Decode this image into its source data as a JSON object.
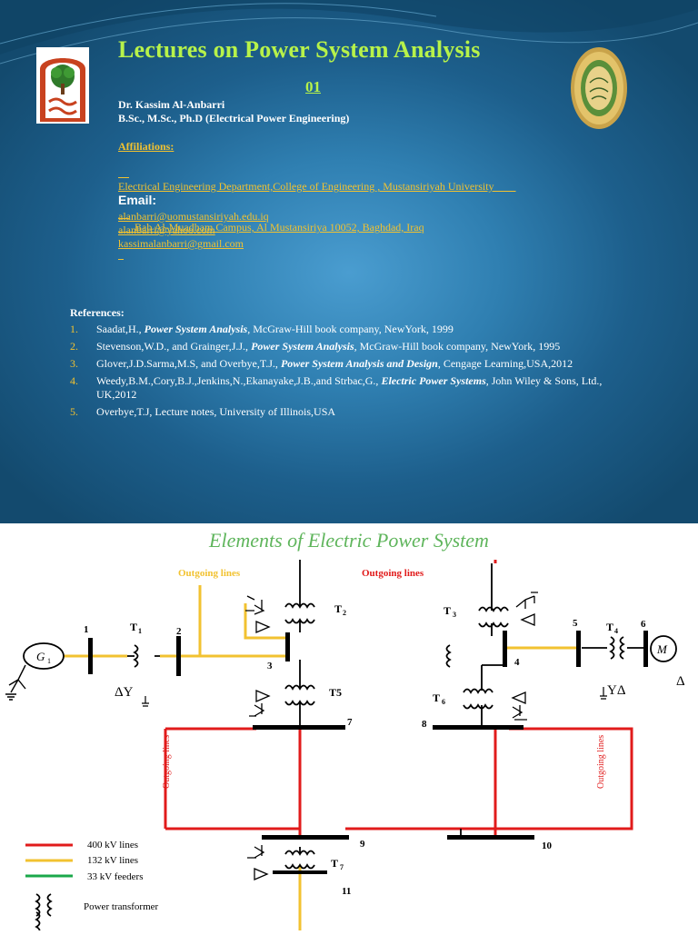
{
  "slide": {
    "title": "Lectures on Power System Analysis",
    "number": "01",
    "author_name": "Dr. Kassim Al-Anbarri",
    "author_degrees": "B.Sc., M.Sc., Ph.D (Electrical Power Engineering)",
    "affiliations_heading": "Affiliations:",
    "affiliation_line1": "Electrical Engineering Department,College of Engineering , Mustansiriyah University        ",
    "affiliation_line2": "      Bab Al-Muadham Campus, Al Mustansiriya 10052, Baghdad, Iraq",
    "email_heading": "Email:",
    "emails": [
      "alanbarri@uomustansiriyah.edu.iq",
      "alanbarri@yahoo.com",
      "kassimalanbarri@gmail.com"
    ],
    "references_heading": "References:",
    "references": [
      {
        "num": "1.",
        "pre": "Saadat,H., ",
        "title": "Power System Analysis",
        "post": ", McGraw-Hill book company, NewYork, 1999"
      },
      {
        "num": "2.",
        "pre": "Stevenson,W.D., and Grainger,J.J., ",
        "title": "Power System Analysis",
        "post": ", McGraw-Hill book company, NewYork, 1995"
      },
      {
        "num": "3.",
        "pre": "Glover,J.D.Sarma,M.S, and Overbye,T.J., ",
        "title": "Power System Analysis and Design",
        "post": ", Cengage Learning,USA,2012"
      },
      {
        "num": "4.",
        "pre": "Weedy,B.M.,Cory,B.J.,Jenkins,N.,Ekanayake,J.B.,and Strbac,G., ",
        "title": "Electric Power Systems",
        "post": ", John Wiley & Sons, Ltd., UK,2012"
      },
      {
        "num": "5.",
        "pre": "Overbye,T.J, Lecture notes, University of Illinois,USA",
        "title": "",
        "post": ""
      }
    ]
  },
  "diagram": {
    "title": "Elements of Electric Power System",
    "outgoing_top_left": "Outgoing lines",
    "outgoing_top_right": "Outgoing lines",
    "outgoing_left_vertical": "Outgoing lines",
    "outgoing_right_vertical": "Outgoing lines",
    "generator": "G",
    "generator_sub": "1",
    "motor": "M",
    "delta_symbol": "Δ",
    "transformer_left_symbols": "ΔY",
    "transformer_right_symbols": "YΔ",
    "transformers": {
      "t1": "T",
      "t1_sub": "1",
      "t2": "T",
      "t2_sub": "2",
      "t3": "T",
      "t3_sub": "3",
      "t4": "T",
      "t4_sub": "4",
      "t5": "T5",
      "t6": "T",
      "t6_sub": "6",
      "t7": "T",
      "t7_sub": "7"
    },
    "buses": [
      "1",
      "2",
      "3",
      "4",
      "5",
      "6",
      "7",
      "8",
      "9",
      "10",
      "11"
    ],
    "legend": {
      "lines_400": "400 kV lines",
      "lines_132": "132 kV lines",
      "feeders_33": "33 kV feeders",
      "transformer": "Power transformer"
    },
    "colors": {
      "kv400": "#e11b1b",
      "kv132": "#f2c230",
      "kv33": "#1aa84a",
      "title": "#5fb55c",
      "outgoing": "#e11b1b"
    }
  }
}
